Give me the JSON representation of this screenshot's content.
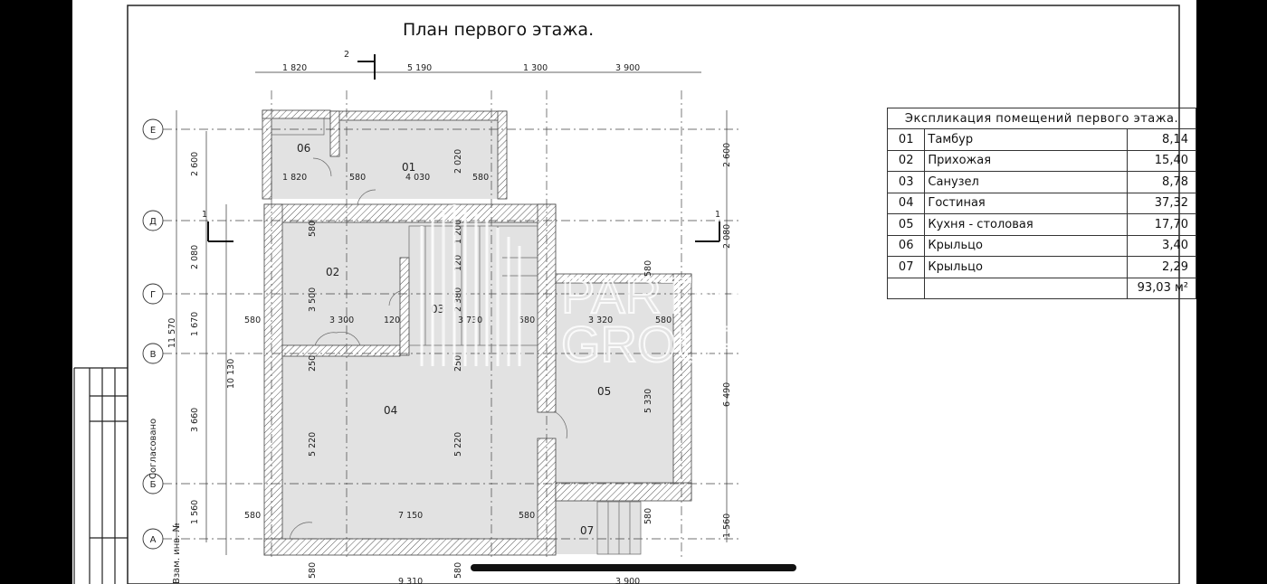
{
  "title": "План первого этажа.",
  "legend": {
    "header": "Экспликация помещений первого этажа.",
    "rows": [
      {
        "num": "01",
        "name": "Тамбур",
        "area": "8,14"
      },
      {
        "num": "02",
        "name": "Прихожая",
        "area": "15,40"
      },
      {
        "num": "03",
        "name": "Санузел",
        "area": "8,78"
      },
      {
        "num": "04",
        "name": "Гостиная",
        "area": "37,32"
      },
      {
        "num": "05",
        "name": "Кухня - столовая",
        "area": "17,70"
      },
      {
        "num": "06",
        "name": "Крыльцо",
        "area": "3,40"
      },
      {
        "num": "07",
        "name": "Крыльцо",
        "area": "2,29"
      }
    ],
    "total": "93,03 м²"
  },
  "axes": [
    "Е",
    "Д",
    "Г",
    "В",
    "Б",
    "А"
  ],
  "rooms": [
    "01",
    "02",
    "03",
    "04",
    "05",
    "06",
    "07"
  ],
  "section_marks": {
    "top": "2",
    "left": "1",
    "right": "1"
  },
  "dims_top": [
    "1 820",
    "5 190",
    "1 300",
    "3 900"
  ],
  "dims_bottom": [
    "580",
    "580",
    "9 310",
    "3 900"
  ],
  "dims_left_outer": [
    "2 600",
    "2 080",
    "1 670",
    "3 660",
    "1 560"
  ],
  "dims_left_total": [
    "11 570",
    "10 130"
  ],
  "dims_right": [
    "2 600",
    "2 080",
    "6 490",
    "1 560"
  ],
  "dims_inner": {
    "top_row": [
      "1 820",
      "580",
      "4 030",
      "580",
      "2 020",
      "580"
    ],
    "middle_row": [
      "580",
      "3 300",
      "120",
      "3 730",
      "580",
      "3 320",
      "580"
    ],
    "bottom_row": [
      "580",
      "7 150",
      "580"
    ],
    "vertical": [
      "580",
      "3 500",
      "250",
      "5 220",
      "5 220",
      "2 380",
      "1 200",
      "120",
      "250",
      "580",
      "5 330",
      "580"
    ]
  },
  "watermark": {
    "line1": "PARTNER",
    "line2": "GROUP"
  },
  "side_labels": {
    "approved": "Согласовано",
    "inv": "Взам. инв. №"
  }
}
